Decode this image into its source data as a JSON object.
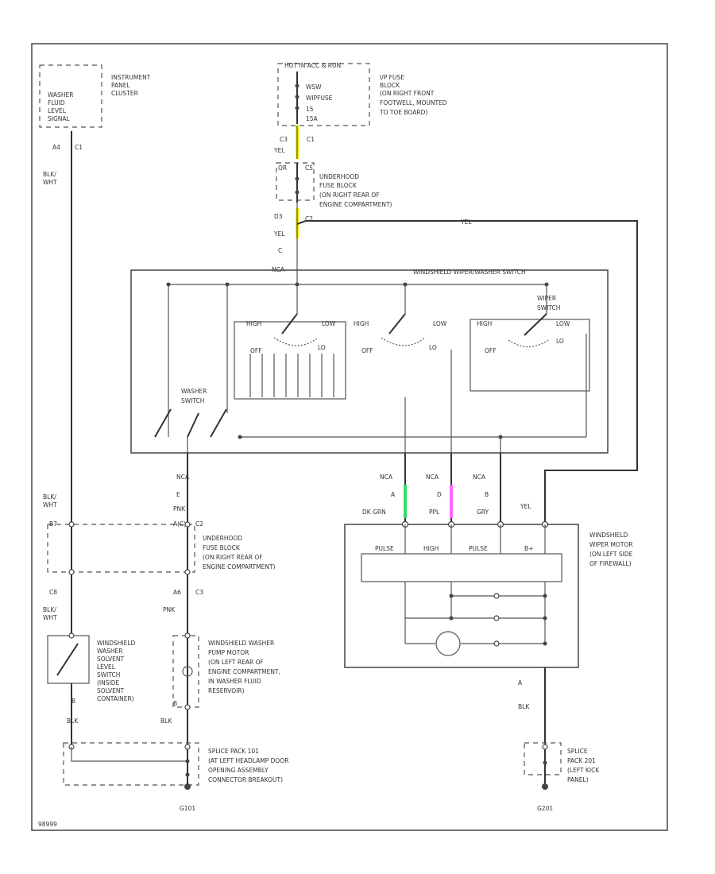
{
  "components": {
    "instrument_cluster": [
      "INSTRUMENT",
      "PANEL",
      "CLUSTER"
    ],
    "washer_fluid_level_signal": [
      "WASHER",
      "FLUID",
      "LEVEL",
      "SIGNAL"
    ],
    "hot_fuse_top": "HOT IN ACC & RUN",
    "fuse_lines": [
      "WSW",
      "WIPFUSE",
      "15",
      "15A"
    ],
    "ip_fuse_block": [
      "I/P FUSE",
      "BLOCK",
      "(ON RIGHT FRONT",
      "FOOTWELL, MOUNTED",
      "TO TOE BOARD)"
    ],
    "underhood_fuse_top": [
      "UNDERHOOD",
      "FUSE BLOCK",
      "(ON RIGHT REAR OF",
      "ENGINE COMPARTMENT)"
    ],
    "switch_title": "WINDSHIELD WIPER/WASHER SWITCH",
    "wiper_switch": [
      "WIPER",
      "SWITCH"
    ],
    "washer_switch": [
      "WASHER",
      "SWITCH"
    ],
    "underhood_fuse_left": [
      "UNDERHOOD",
      "FUSE BLOCK",
      "(ON RIGHT REAR OF",
      "ENGINE COMPARTMENT)"
    ],
    "wiper_motor": [
      "WINDSHIELD",
      "WIPER MOTOR",
      "(ON LEFT SIDE",
      "OF FIREWALL)"
    ],
    "level_switch": [
      "WINDSHIELD",
      "WASHER",
      "SOLVENT",
      "LEVEL",
      "SWITCH",
      "(INSIDE",
      "SOLVENT",
      "CONTAINER)"
    ],
    "pump_motor": [
      "WINDSHIELD WASHER",
      "PUMP MOTOR",
      "(ON LEFT REAR OF",
      "ENGINE COMPARTMENT,",
      "IN WASHER FLUID",
      "RESERVOIR)"
    ],
    "splice_left": [
      "SPLICE PACK 101",
      "(AT LEFT HEADLAMP DOOR",
      "OPENING ASSEMBLY",
      "CONNECTOR BREAKOUT)"
    ],
    "splice_right": [
      "SPLICE",
      "PACK 201",
      "(LEFT KICK",
      "PANEL)"
    ],
    "ground_left": "G101",
    "ground_right": "G201",
    "footer": "98999"
  },
  "wire_colors": {
    "yellow": "#f0f000",
    "green": "#33dd66",
    "pink": "#ff66ff",
    "dark": "#333333"
  },
  "wire_labels": {
    "c1_top_a": "C3",
    "yel_1": "YEL",
    "c1_top_b": "C1",
    "c1_mid": "OR",
    "c1_mid_b": "C5",
    "d3": "D3",
    "yel_2": "YEL",
    "c2": "C2",
    "c3": "C",
    "yel_right": "YEL",
    "nca_top": "NCA",
    "a4": "A4",
    "c1_left": "C1",
    "blk_wht_1": "BLK/",
    "blk_wht_1b": "WHT",
    "blk_wht_2": "BLK/",
    "blk_wht_2b": "WHT",
    "blk_wht_3": "BLK/",
    "blk_wht_3b": "WHT",
    "nca_left": "NCA",
    "e": "E",
    "pnk_1": "PNK",
    "b07": "B7",
    "a_right": "A(C)",
    "c2_left": "C2",
    "c8": "C8",
    "a6": "A6",
    "c3_left": "C3",
    "pnk_2": "PNK",
    "nca_1": "NCA",
    "nca_2": "NCA",
    "nca_3": "NCA",
    "pin_a": "A",
    "pin_d": "D",
    "pin_b": "B",
    "dk_grn": "DK GRN",
    "ppl": "PPL",
    "gry": "GRY",
    "yel_motor": "YEL",
    "b_left": "B",
    "b_mid": "B",
    "blk_1": "BLK",
    "blk_2": "BLK",
    "pin_a_bottom": "A",
    "blk_right": "BLK"
  },
  "switch_labels": {
    "high1": "HIGH",
    "low1": "LOW",
    "off1": "OFF",
    "lo1": "LO",
    "high2": "HIGH",
    "low2": "LOW",
    "off2": "OFF",
    "lo2": "LO",
    "high3": "HIGH",
    "low3": "LOW",
    "off3": "OFF",
    "lo3": "LO"
  },
  "motor_terminals": [
    "PULSE",
    "HIGH",
    "PULSE",
    "B+"
  ]
}
